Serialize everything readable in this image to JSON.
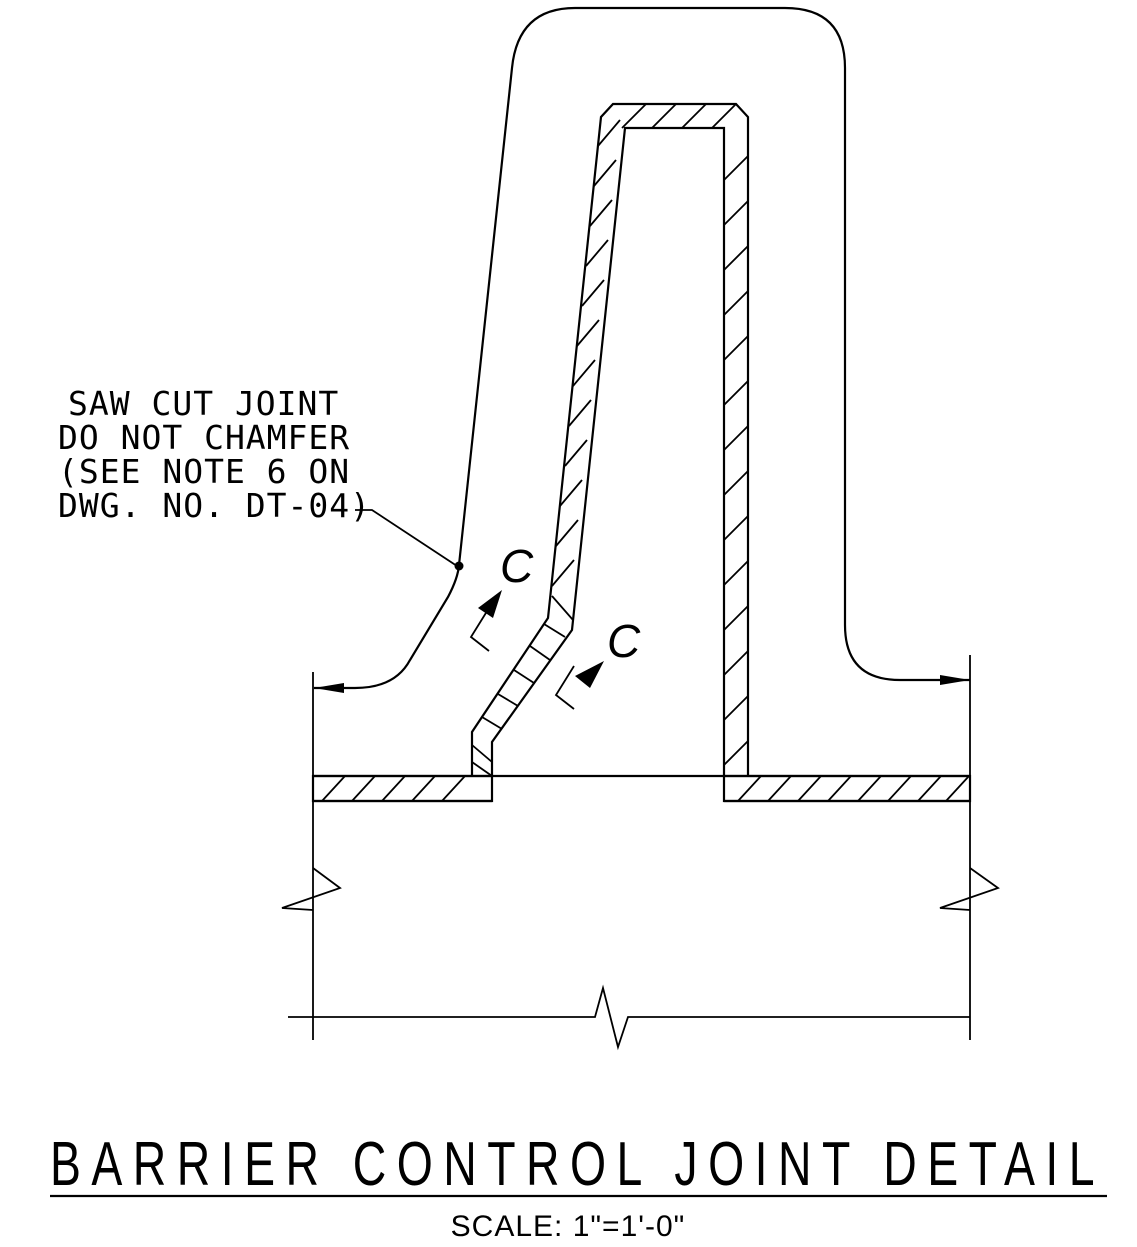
{
  "note": {
    "lines": [
      "SAW CUT JOINT",
      "DO NOT CHAMFER",
      "(SEE NOTE 6 ON",
      "DWG. NO. DT-04)"
    ]
  },
  "section_marks": {
    "upper": "C",
    "lower": "C"
  },
  "title": "BARRIER CONTROL JOINT DETAIL",
  "scale": "SCALE: 1\"=1'-0\""
}
